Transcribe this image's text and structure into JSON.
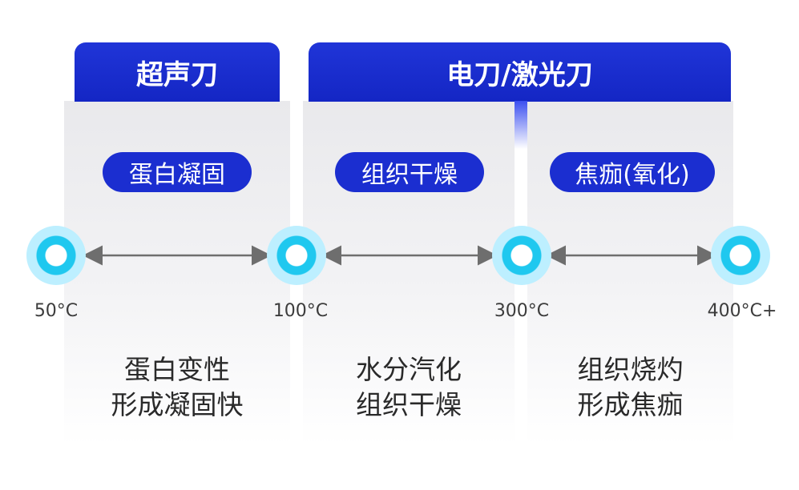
{
  "headers": {
    "ultrasonic": "超声刀",
    "electric_laser": "电刀/激光刀"
  },
  "stages": [
    {
      "pill": "蛋白凝固",
      "line1": "蛋白变性",
      "line2": "形成凝固快"
    },
    {
      "pill": "组织干燥",
      "line1": "水分汽化",
      "line2": "组织干燥"
    },
    {
      "pill": "焦痂(氧化)",
      "line1": "组织烧灼",
      "line2": "形成焦痂"
    }
  ],
  "temperatures": [
    "50°C",
    "100°C",
    "300°C",
    "400°C+"
  ],
  "colors": {
    "header_blue": "#1426c4",
    "pill_blue": "#1b2ed0",
    "node_cyan": "#1fc8ef",
    "arrow_gray": "#6e6e6e"
  }
}
